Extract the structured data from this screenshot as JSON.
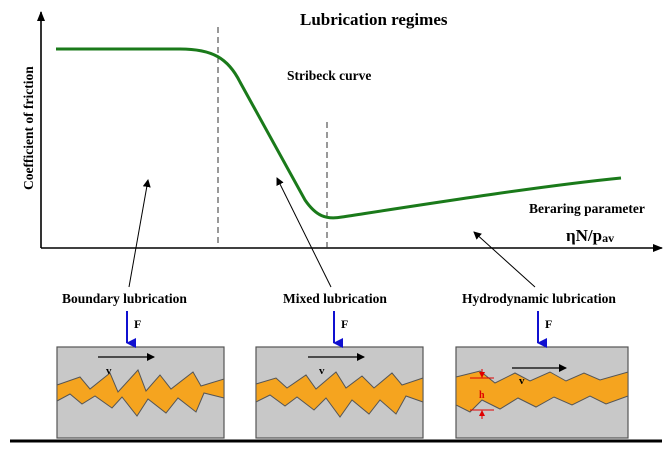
{
  "title": "Lubrication regimes",
  "curve_label": "Stribeck curve",
  "y_axis_label": "Coefficient of friction",
  "x_axis_label": "Beraring parameter",
  "x_axis_symbol_main": "ηN/p",
  "x_axis_symbol_sub": "av",
  "regimes": [
    {
      "label": "Boundary lubrication",
      "force": "F",
      "velocity": "v"
    },
    {
      "label": "Mixed lubrication",
      "force": "F",
      "velocity": "v"
    },
    {
      "label": "Hydrodynamic lubrication",
      "force": "F",
      "velocity": "v",
      "gap_label": "h"
    }
  ],
  "colors": {
    "curve": "#1a7a1a",
    "force_arrow": "#1010d0",
    "lubricant": "#f5a41f",
    "block": "#c8c8c8",
    "gap_marker": "#e00000"
  }
}
